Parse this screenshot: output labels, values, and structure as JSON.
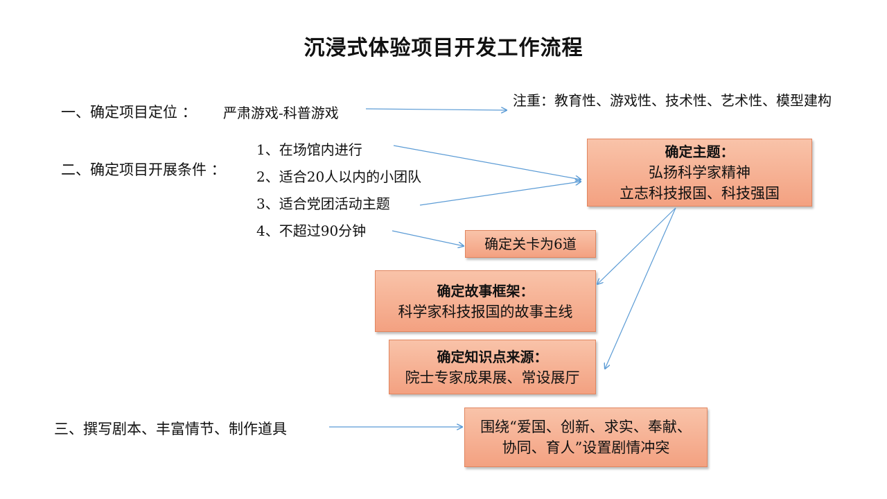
{
  "title": "沉浸式体验项目开发工作流程",
  "steps": {
    "one": {
      "label": "一、确定项目定位 ：",
      "value": "严肃游戏-科普游戏"
    },
    "two": {
      "label": "二、确定项目开展条件 ："
    },
    "three": {
      "label": "三、撰写剧本、丰富情节、制作道具"
    }
  },
  "note": "注重：教育性、游戏性、技术性、艺术性、模型建构",
  "conditions": [
    "1、在场馆内进行",
    "2、适合20人以内的小团队",
    "3、适合党团活动主题",
    "4、不超过90分钟"
  ],
  "boxes": {
    "theme": {
      "heading": "确定主题：",
      "lines": [
        "弘扬科学家精神",
        "立志科技报国、科技强国"
      ]
    },
    "levels": {
      "text": "确定关卡为6道"
    },
    "story": {
      "heading": "确定故事框架：",
      "lines": [
        "科学家科技报国的故事主线"
      ]
    },
    "knowledge": {
      "heading": "确定知识点来源：",
      "lines": [
        "院士专家成果展、常设展厅"
      ]
    },
    "conflict": {
      "lines": [
        "围绕“爱国、创新、求实、奉献、",
        "协同、育人”设置剧情冲突"
      ]
    }
  },
  "colors": {
    "box_fill": "#f4a887",
    "box_border": "#e0855f",
    "arrow": "#5b9bd5"
  }
}
